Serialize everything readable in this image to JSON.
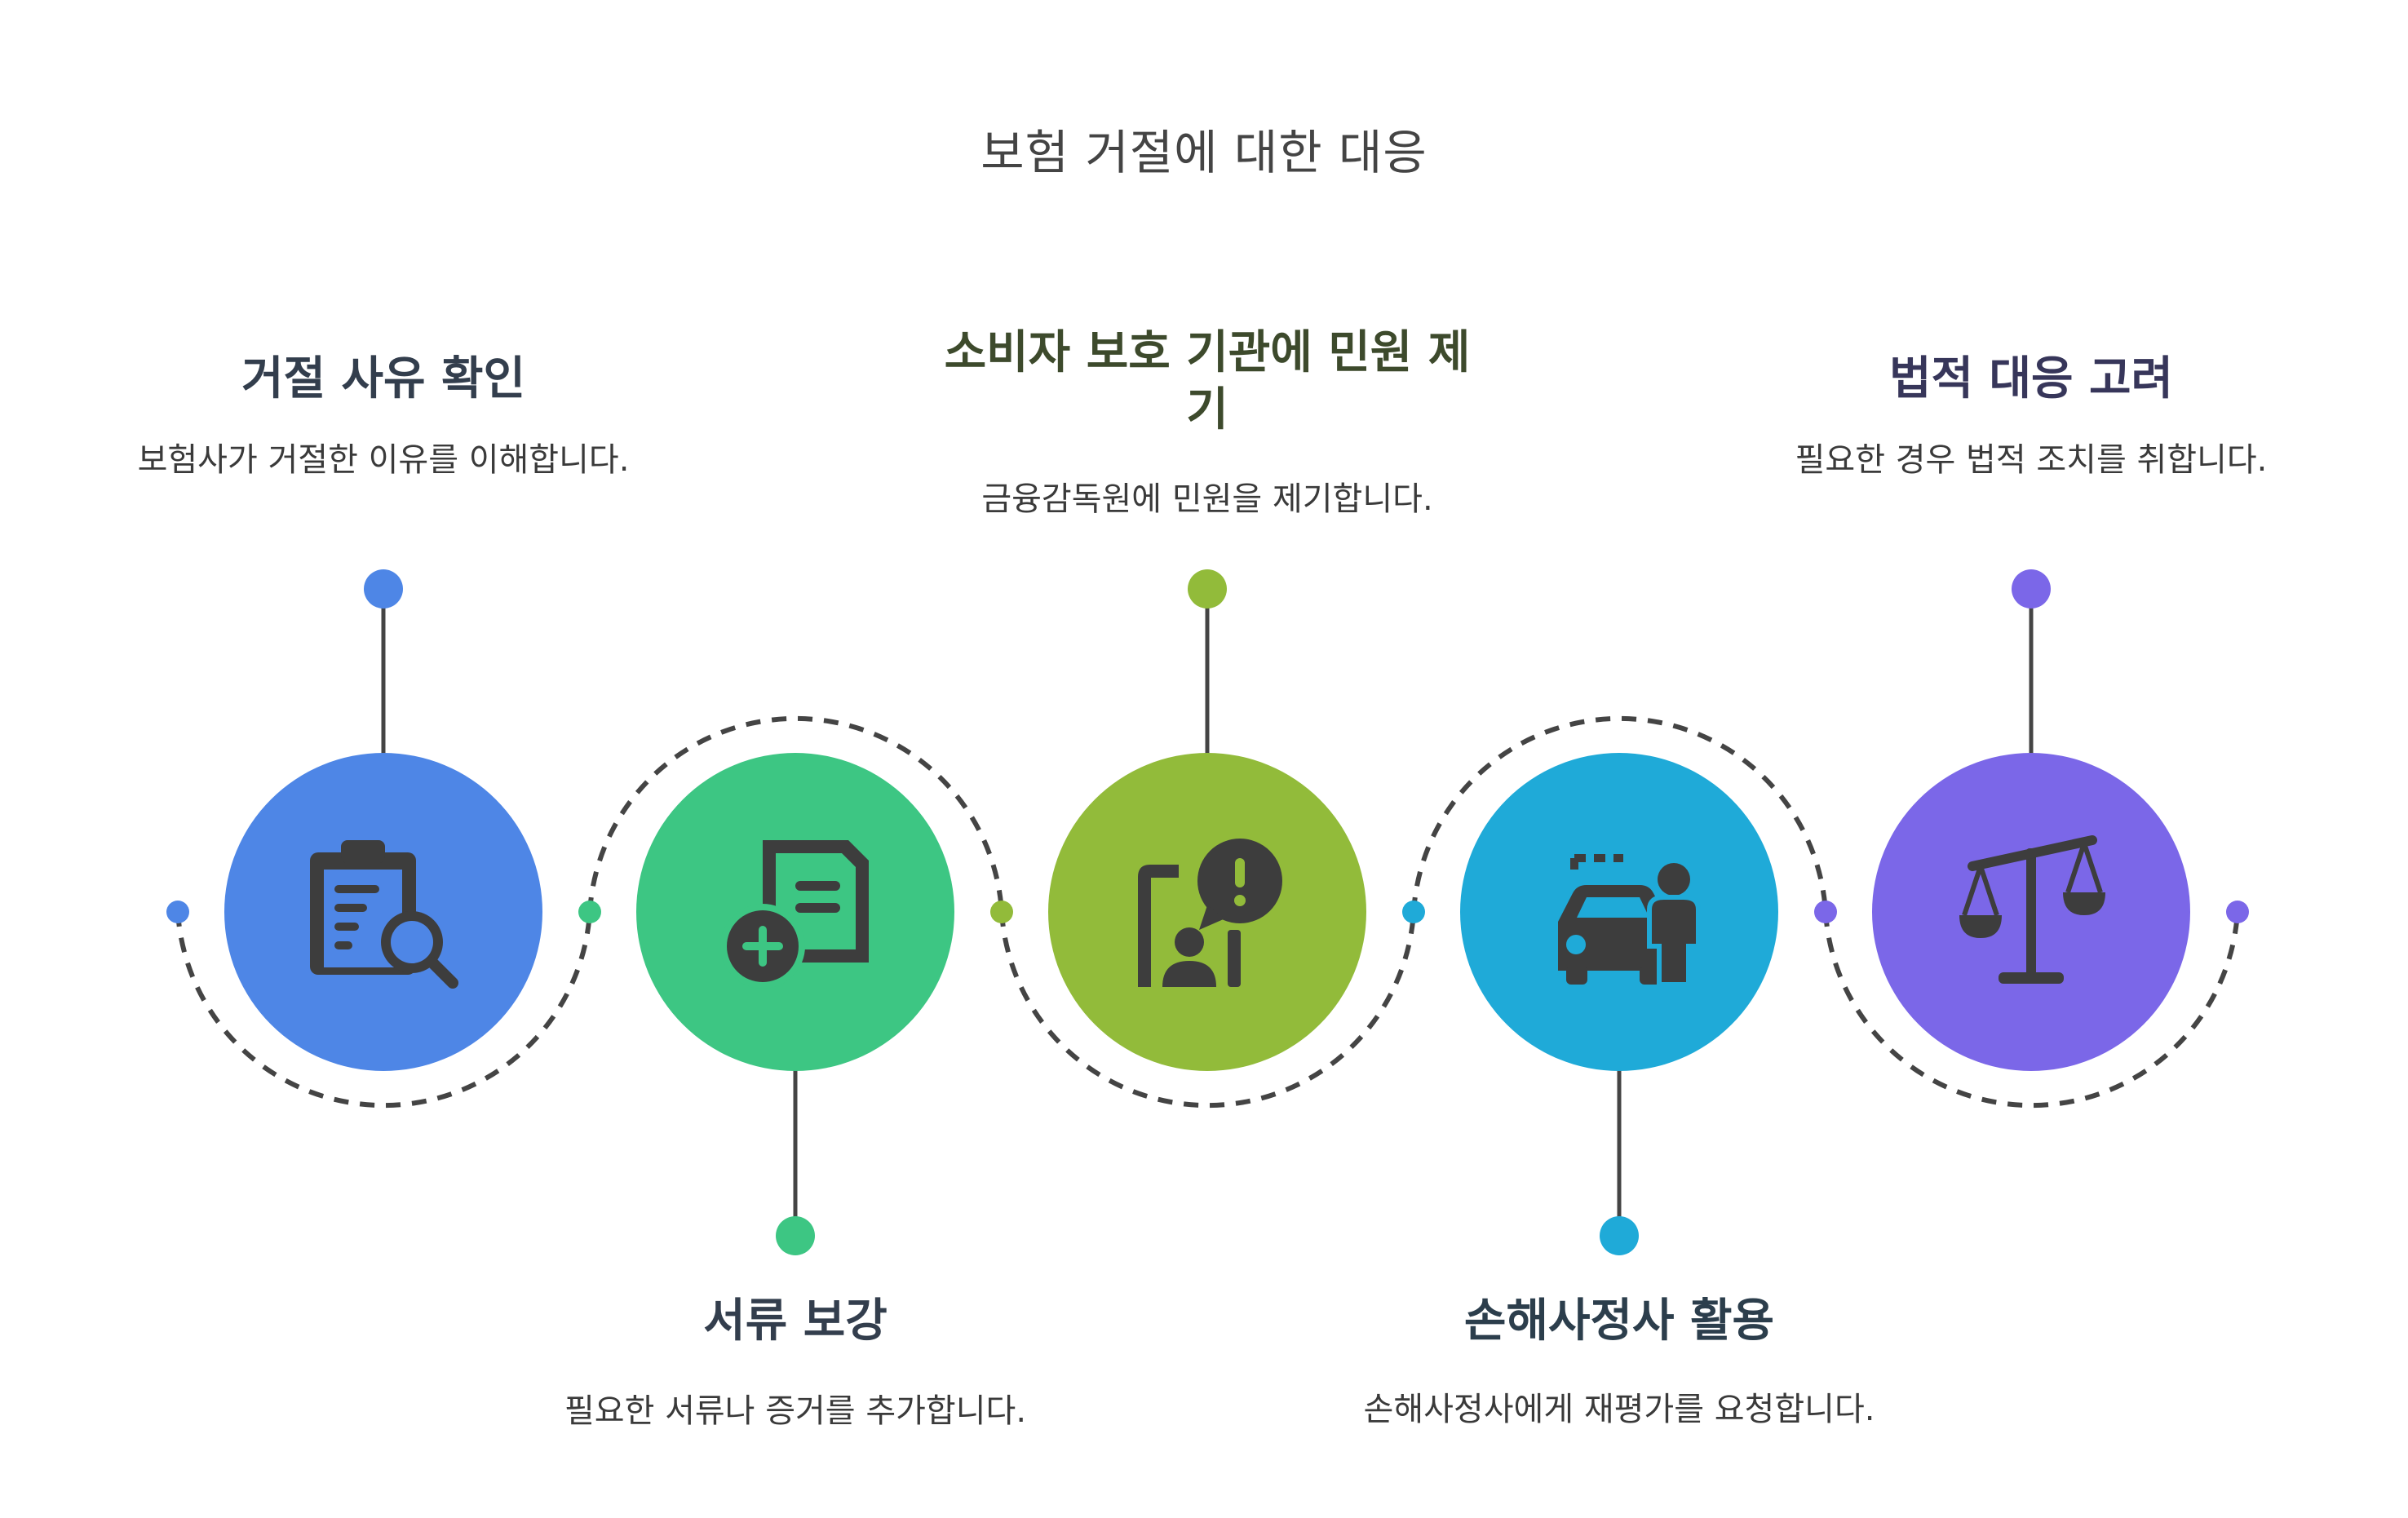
{
  "title": "보험 거절에 대한 대응",
  "steps": [
    {
      "title": "거절 사유 확인",
      "description": "보험사가 거절한 이유를 이해합니다.",
      "color": "#4E86E6",
      "icon": "clipboard-search-icon"
    },
    {
      "title": "서류 보강",
      "description": "필요한 서류나 증거를 추가합니다.",
      "color": "#3DC683",
      "icon": "document-add-icon"
    },
    {
      "title": "소비자 보호 기관에 민원 제기",
      "description": "금융감독원에 민원을 제기합니다.",
      "color": "#92BB3A",
      "icon": "complaint-alert-icon"
    },
    {
      "title": "손해사정사 활용",
      "description": "손해사정사에게 재평가를 요청합니다.",
      "color": "#1FAAD8",
      "icon": "car-adjuster-icon"
    },
    {
      "title": "법적 대응 고려",
      "description": "필요한 경우 법적 조치를 취합니다.",
      "color": "#7B67E8",
      "icon": "scales-icon"
    }
  ],
  "colors": {
    "text_dark": "#3a3a3a",
    "connector": "#444444",
    "icon": "#3d3d3d"
  }
}
